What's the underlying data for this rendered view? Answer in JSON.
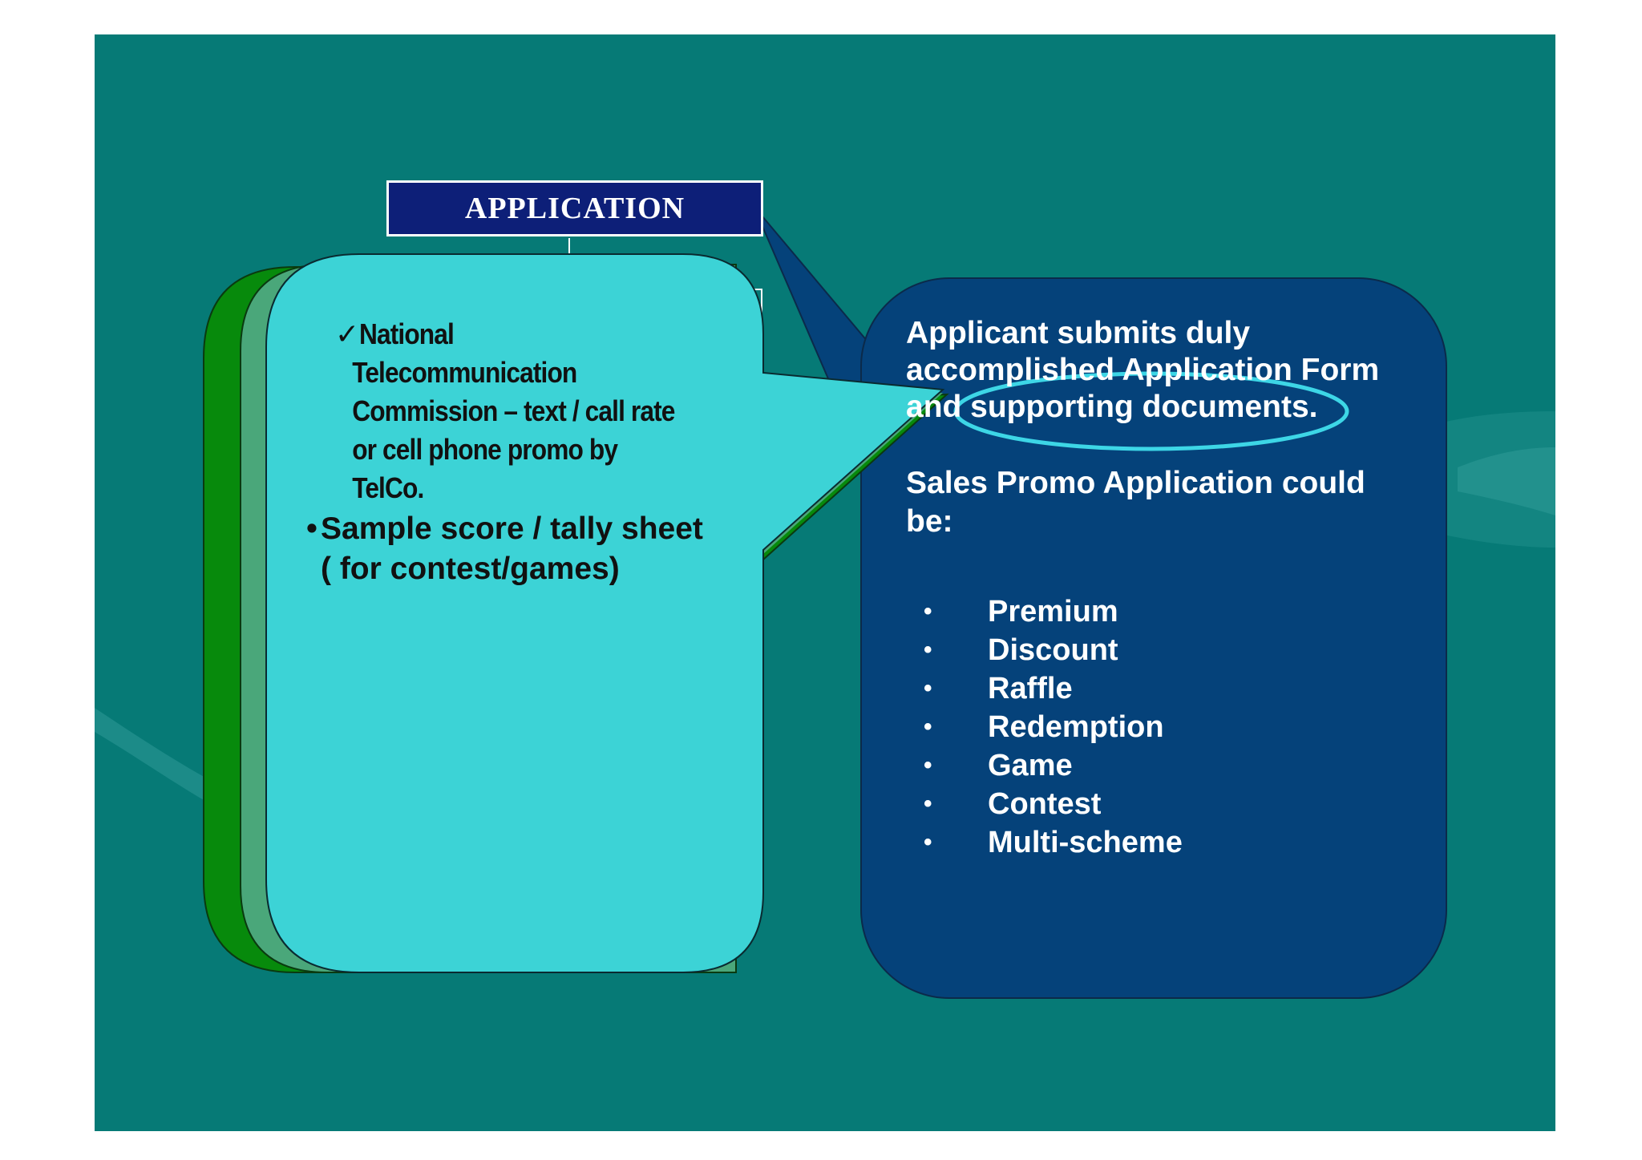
{
  "header": {
    "title": "APPLICATION"
  },
  "left_panel": {
    "check_mark": "✓",
    "check_item": "National Telecommunication Commission – text / call rate or cell phone promo by TelCo.",
    "check_lines": [
      "National",
      "Telecommunication",
      "Commission – text / call rate",
      "or cell phone promo by",
      "TelCo."
    ],
    "bullet_mark": "•",
    "bullet_lines": [
      "Sample score / tally sheet",
      "( for contest/games)"
    ]
  },
  "right_panel": {
    "intro_lines": [
      "Applicant submits duly",
      "accomplished Application Form",
      "and supporting documents."
    ],
    "subtitle_lines": [
      "Sales Promo Application could",
      "be:"
    ],
    "bullet_mark": "•",
    "types": [
      "Premium",
      "Discount",
      "Raffle",
      "Redemption",
      "Game",
      "Contest",
      "Multi-scheme"
    ]
  },
  "colors": {
    "slide_bg": "#067a76",
    "title_bg": "#0d1f78",
    "callout_cyan": "#3cd3d6",
    "callout_green_dark": "#078a0c",
    "callout_green_light": "#4aa77a",
    "panel_blue": "#05427a",
    "highlight_ellipse": "#3dd6e6"
  }
}
